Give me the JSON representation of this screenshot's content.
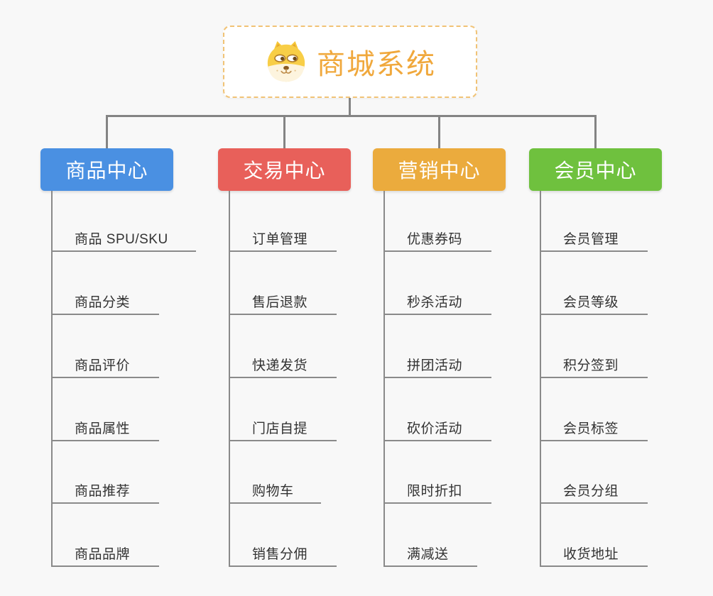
{
  "page": {
    "background": "#f8f8f8",
    "connector_color": "#848484"
  },
  "root": {
    "title": "商城系统",
    "icon": "dog-face-icon",
    "title_color": "#f0a83c",
    "border_color": "#f1c376",
    "background": "#ffffff"
  },
  "branches": [
    {
      "label": "商品中心",
      "color": "#4a90e2",
      "items": [
        "商品 SPU/SKU",
        "商品分类",
        "商品评价",
        "商品属性",
        "商品推荐",
        "商品品牌"
      ]
    },
    {
      "label": "交易中心",
      "color": "#e8605a",
      "items": [
        "订单管理",
        "售后退款",
        "快递发货",
        "门店自提",
        "购物车",
        "销售分佣"
      ]
    },
    {
      "label": "营销中心",
      "color": "#ebab3d",
      "items": [
        "优惠券码",
        "秒杀活动",
        "拼团活动",
        "砍价活动",
        "限时折扣",
        "满减送"
      ]
    },
    {
      "label": "会员中心",
      "color": "#6fc13e",
      "items": [
        "会员管理",
        "会员等级",
        "积分签到",
        "会员标签",
        "会员分组",
        "收货地址"
      ]
    }
  ]
}
